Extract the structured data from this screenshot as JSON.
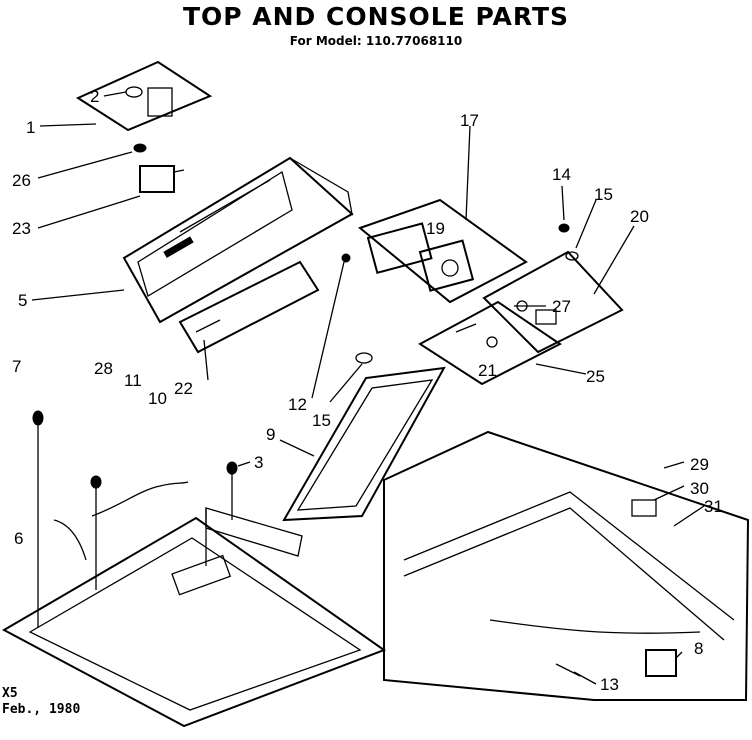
{
  "header": {
    "title": "TOP AND CONSOLE PARTS",
    "subtitle": "For Model: 110.77068110"
  },
  "footer": {
    "code": "X5",
    "date": "Feb., 1980"
  },
  "callouts": [
    "1",
    "2",
    "3",
    "5",
    "6",
    "7",
    "8",
    "9",
    "10",
    "11",
    "12",
    "13",
    "14",
    "15",
    "15",
    "17",
    "19",
    "20",
    "21",
    "22",
    "23",
    "25",
    "26",
    "27",
    "28",
    "29",
    "30",
    "31"
  ]
}
